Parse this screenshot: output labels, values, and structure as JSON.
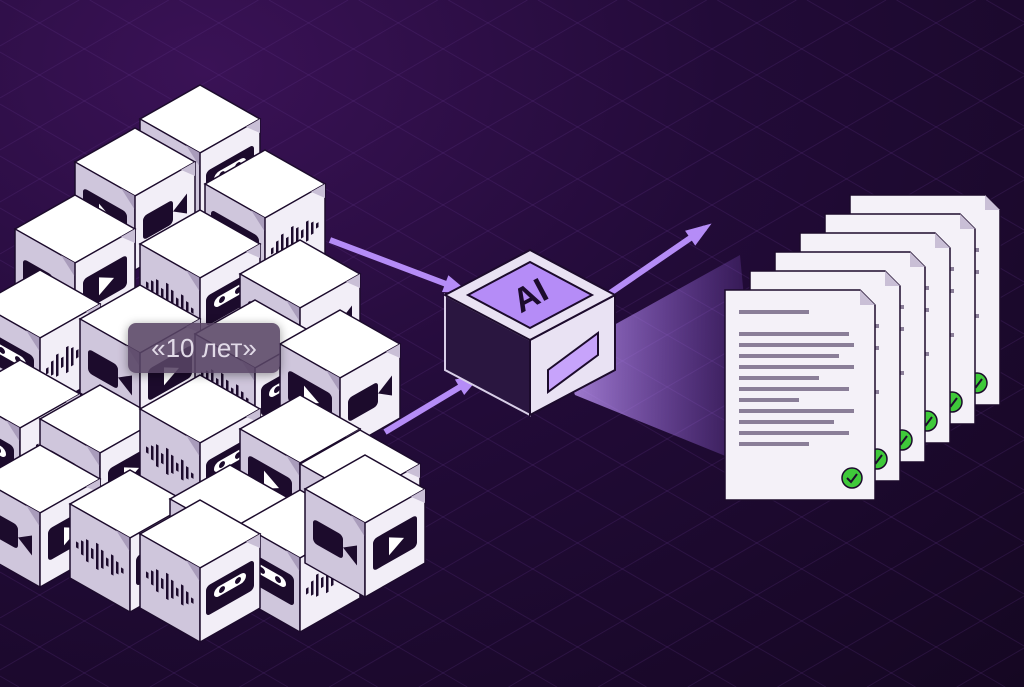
{
  "label": {
    "text": "«10 лет»"
  },
  "processor": {
    "text": "AI"
  },
  "colors": {
    "accent": "#b58cf7",
    "check": "#3fc93a",
    "face_light": "#f2eef7",
    "face_mid": "#cfc6dc",
    "outline": "#1c0b2c"
  },
  "media_icons": [
    "audio-waveform-icon",
    "video-play-icon",
    "cassette-icon",
    "video-camera-icon"
  ],
  "documents": {
    "count": 6
  }
}
